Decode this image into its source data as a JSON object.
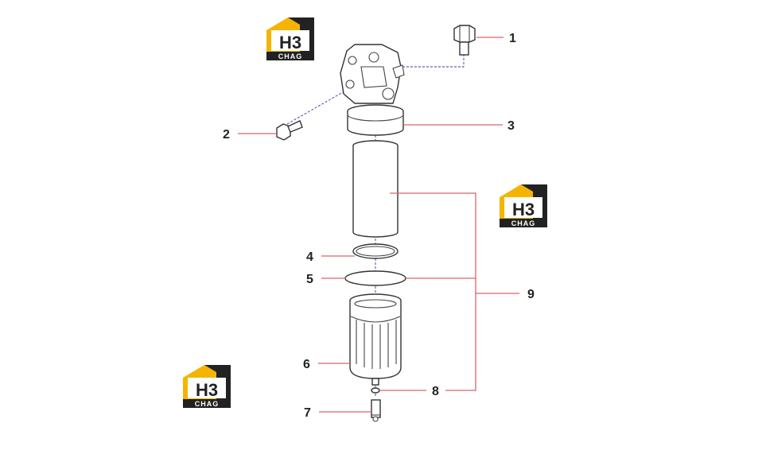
{
  "logo": {
    "mark": "H3",
    "subtext": "CHAG",
    "colors": {
      "yellow": "#f5b400",
      "dark": "#222222"
    }
  },
  "callouts": [
    "1",
    "2",
    "3",
    "4",
    "5",
    "6",
    "7",
    "8",
    "9"
  ],
  "colors": {
    "leader": "#d9656a",
    "axis": "#3a3aa8",
    "outline": "#333333"
  }
}
